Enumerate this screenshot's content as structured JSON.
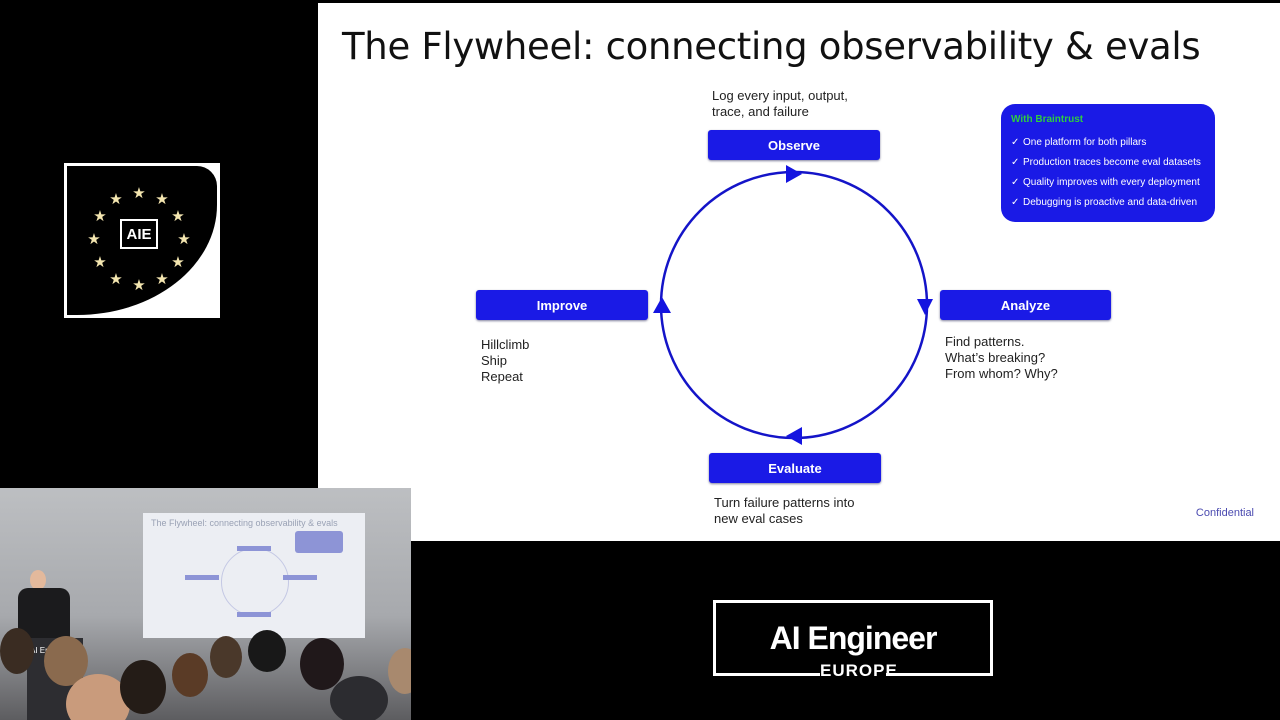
{
  "slide": {
    "title": "The Flywheel: connecting observability & evals",
    "confidential": "Confidential",
    "nodes": {
      "observe": "Observe",
      "analyze": "Analyze",
      "evaluate": "Evaluate",
      "improve": "Improve"
    },
    "notes": {
      "observe": [
        "Log every input, output,",
        "trace, and failure"
      ],
      "analyze": [
        "Find patterns.",
        "What’s breaking?",
        "From whom? Why?"
      ],
      "evaluate": [
        "Turn failure patterns into",
        "new eval cases"
      ],
      "improve": [
        "Hillclimb",
        "Ship",
        "Repeat"
      ]
    },
    "braintrust_box": {
      "title": "With Braintrust",
      "items": [
        "One platform for both pillars",
        "Production traces become eval datasets",
        "Quality improves with every deployment",
        "Debugging is proactive and data-driven"
      ],
      "check_glyph": "✓"
    }
  },
  "logo": {
    "text": "AIE"
  },
  "webcam": {
    "screen_title": "The Flywheel: connecting observability & evals",
    "podium_label": "AI Engineer"
  },
  "brand": {
    "name": "AI Engineer",
    "sub": "EUROPE"
  },
  "colors": {
    "accent": "#1a1ae6",
    "brand_green": "#2ecc40"
  }
}
